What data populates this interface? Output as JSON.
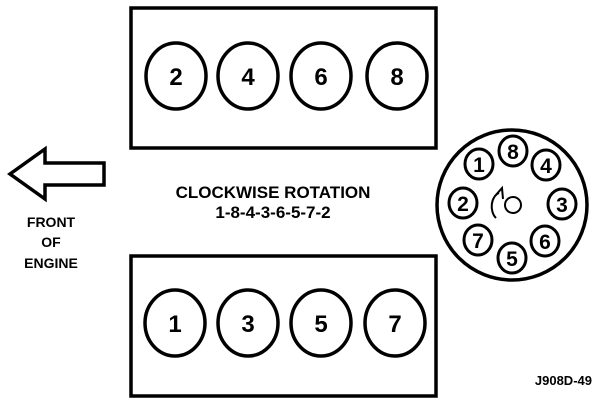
{
  "rotation": {
    "title": "CLOCKWISE ROTATION",
    "order": "1-8-4-3-6-5-7-2"
  },
  "front": {
    "line1": "FRONT",
    "line2": "OF",
    "line3": "ENGINE"
  },
  "top_bank": {
    "cylinders": [
      "2",
      "4",
      "6",
      "8"
    ]
  },
  "bottom_bank": {
    "cylinders": [
      "1",
      "3",
      "5",
      "7"
    ]
  },
  "distributor_cap": {
    "terminals": [
      "1",
      "8",
      "4",
      "3",
      "6",
      "5",
      "7",
      "2"
    ]
  },
  "figure_code": "J908D-49"
}
